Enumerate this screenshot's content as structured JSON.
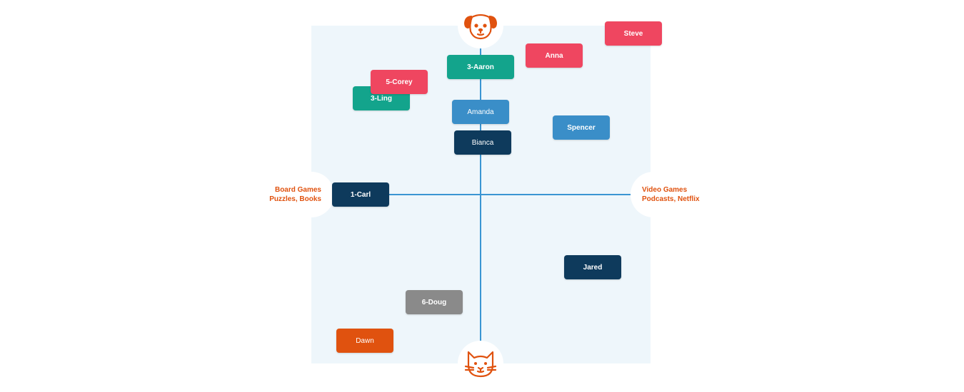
{
  "axes": {
    "left_label": [
      "Board Games",
      "Puzzles, Books"
    ],
    "right_label": [
      "Video Games",
      "Podcasts, Netflix"
    ],
    "top_icon": "dog-face-icon",
    "bottom_icon": "cat-face-icon"
  },
  "colors": {
    "quadrant_bg": "#eef6fb",
    "axis": "#3a95d3",
    "label": "#e0520f",
    "red": "#ef4660",
    "teal": "#13a48c",
    "blue": "#3a8ec8",
    "navy": "#0e3a5c",
    "gray": "#8a8a8a",
    "orange": "#e0520f"
  },
  "people": [
    {
      "name": "Steve",
      "color": "#ef4660",
      "bold": true
    },
    {
      "name": "Anna",
      "color": "#ef4660",
      "bold": true
    },
    {
      "name": "3-Aaron",
      "color": "#13a48c",
      "bold": true
    },
    {
      "name": "5-Corey",
      "color": "#ef4660",
      "bold": true
    },
    {
      "name": "3-Ling",
      "color": "#13a48c",
      "bold": true
    },
    {
      "name": "Amanda",
      "color": "#3a8ec8",
      "bold": false
    },
    {
      "name": "Spencer",
      "color": "#3a8ec8",
      "bold": true
    },
    {
      "name": "Bianca",
      "color": "#0e3a5c",
      "bold": false
    },
    {
      "name": "1-Carl",
      "color": "#0e3a5c",
      "bold": true
    },
    {
      "name": "Jared",
      "color": "#0e3a5c",
      "bold": true
    },
    {
      "name": "6-Doug",
      "color": "#8a8a8a",
      "bold": true
    },
    {
      "name": "Dawn",
      "color": "#e0520f",
      "bold": false
    }
  ]
}
